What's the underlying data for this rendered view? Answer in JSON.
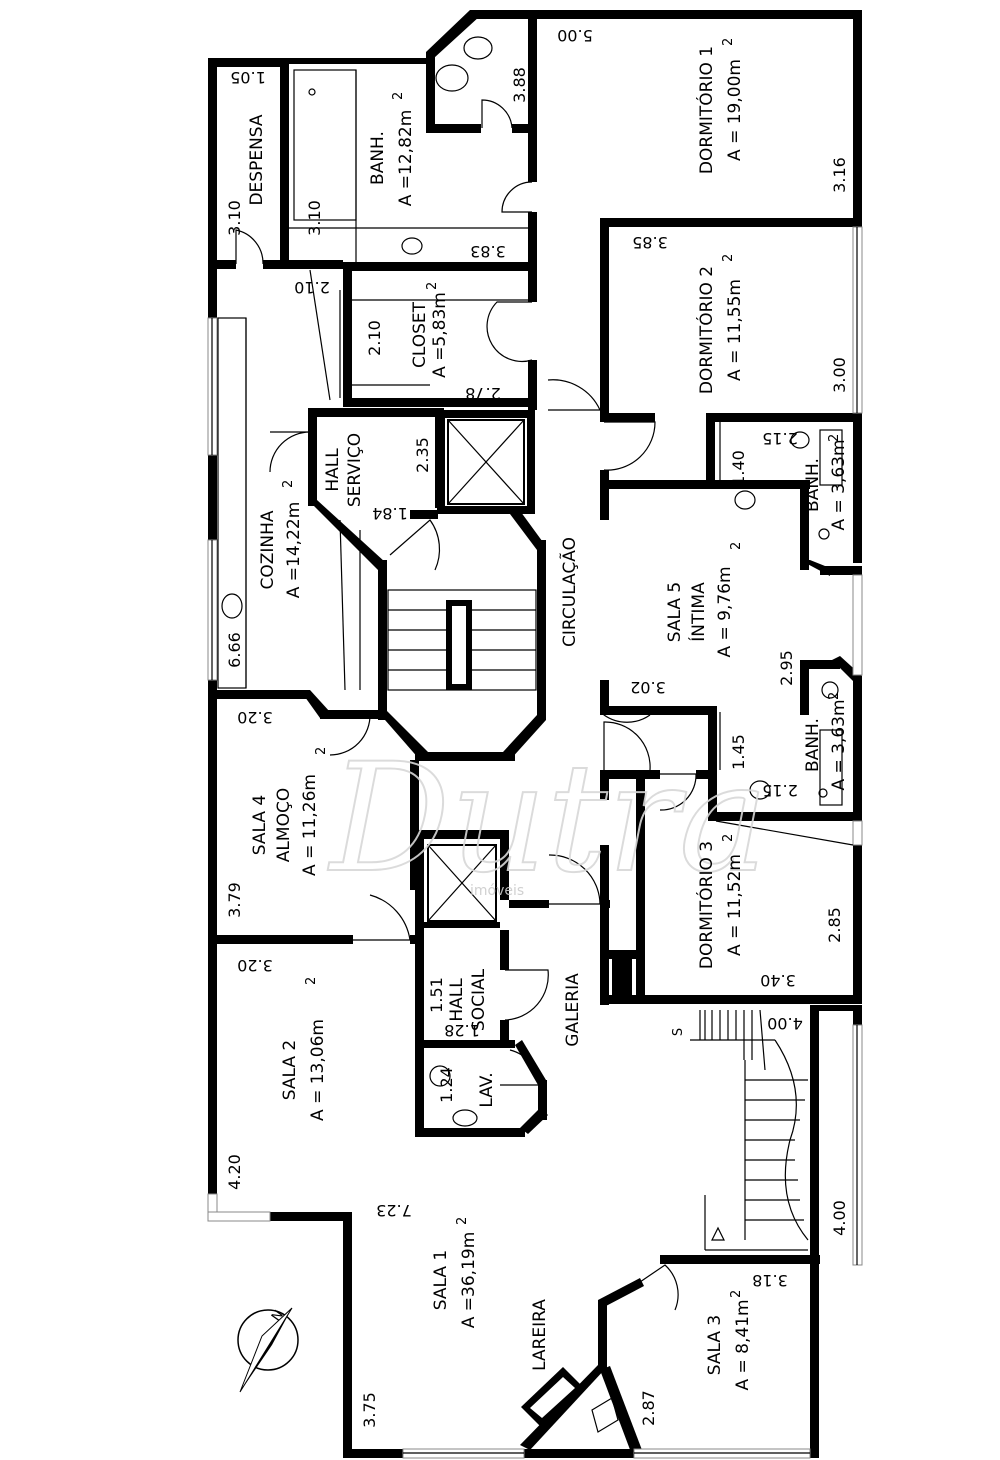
{
  "rooms": {
    "dormitorio1": {
      "name": "DORMITÓRIO 1",
      "area": "A = 19,00m",
      "sup": "2",
      "dims": [
        "5.00",
        "3.16"
      ]
    },
    "dormitorio2": {
      "name": "DORMITÓRIO 2",
      "area": "A = 11,55m",
      "sup": "2",
      "dims": [
        "3.85",
        "3.00"
      ]
    },
    "dormitorio3": {
      "name": "DORMITÓRIO 3",
      "area": "A = 11,52m",
      "sup": "2",
      "dims": [
        "3.40",
        "2.85"
      ]
    },
    "banh_main": {
      "name": "BANH.",
      "area": "A =12,82m",
      "sup": "2",
      "dims": [
        "3.83",
        "3.10",
        "3.88"
      ]
    },
    "despensa": {
      "name": "DESPENSA",
      "dims": [
        "1.05",
        "3.10"
      ]
    },
    "closet": {
      "name": "CLOSET",
      "area": "A =5,83m",
      "sup": "2",
      "dims": [
        "2.10",
        "2.78",
        "2.10"
      ]
    },
    "hall_servico": {
      "name1": "HALL",
      "name2": "SERVIÇO",
      "dims": [
        "2.35",
        "1.84"
      ]
    },
    "cozinha": {
      "name": "COZINHA",
      "area": "A =14,22m",
      "sup": "2",
      "dims": [
        "6.66"
      ]
    },
    "circulacao": {
      "name": "CIRCULAÇÃO"
    },
    "sala5": {
      "name1": "SALA 5",
      "name2": "ÍNTIMA",
      "area": "A = 9,76m",
      "sup": "2",
      "dims": [
        "3.02",
        "2.95"
      ]
    },
    "banh2": {
      "name": "BANH.",
      "area": "A = 3,63m",
      "sup": "2",
      "dims": [
        "2.15",
        "1.40"
      ]
    },
    "banh3": {
      "name": "BANH.",
      "area": "A = 3,63m",
      "sup": "2",
      "dims": [
        "1.45",
        "2.15"
      ]
    },
    "sala4": {
      "name1": "SALA 4",
      "name2": "ALMOÇO",
      "area": "A = 11,26m",
      "sup": "2",
      "dims": [
        "3.20",
        "3.79"
      ]
    },
    "hall_social": {
      "name1": "HALL",
      "name2": "SOCIAL",
      "dims": [
        "1.51",
        "1.28"
      ]
    },
    "lav": {
      "name": "LAV.",
      "dims": [
        "1.24"
      ]
    },
    "galeria": {
      "name": "GALERIA"
    },
    "sala2": {
      "name": "SALA 2",
      "area": "A = 13,06m",
      "sup": "2",
      "dims": [
        "3.20",
        "4.20"
      ]
    },
    "sala1": {
      "name": "SALA 1",
      "area": "A =36,19m",
      "sup": "2",
      "dims": [
        "7.23",
        "3.75"
      ]
    },
    "lareira": {
      "name": "LAREIRA"
    },
    "sala3": {
      "name": "SALA 3",
      "area": "A = 8,41m",
      "sup": "2",
      "dims": [
        "3.18",
        "2.87"
      ]
    },
    "escada": {
      "dims": [
        "4.00",
        "4.00"
      ],
      "mark": "S"
    }
  },
  "watermark": {
    "text": "Dutra",
    "sub": "imóveis"
  },
  "colors": {
    "wall": "#000000",
    "background": "#ffffff",
    "watermark": "#d8d8d8"
  }
}
